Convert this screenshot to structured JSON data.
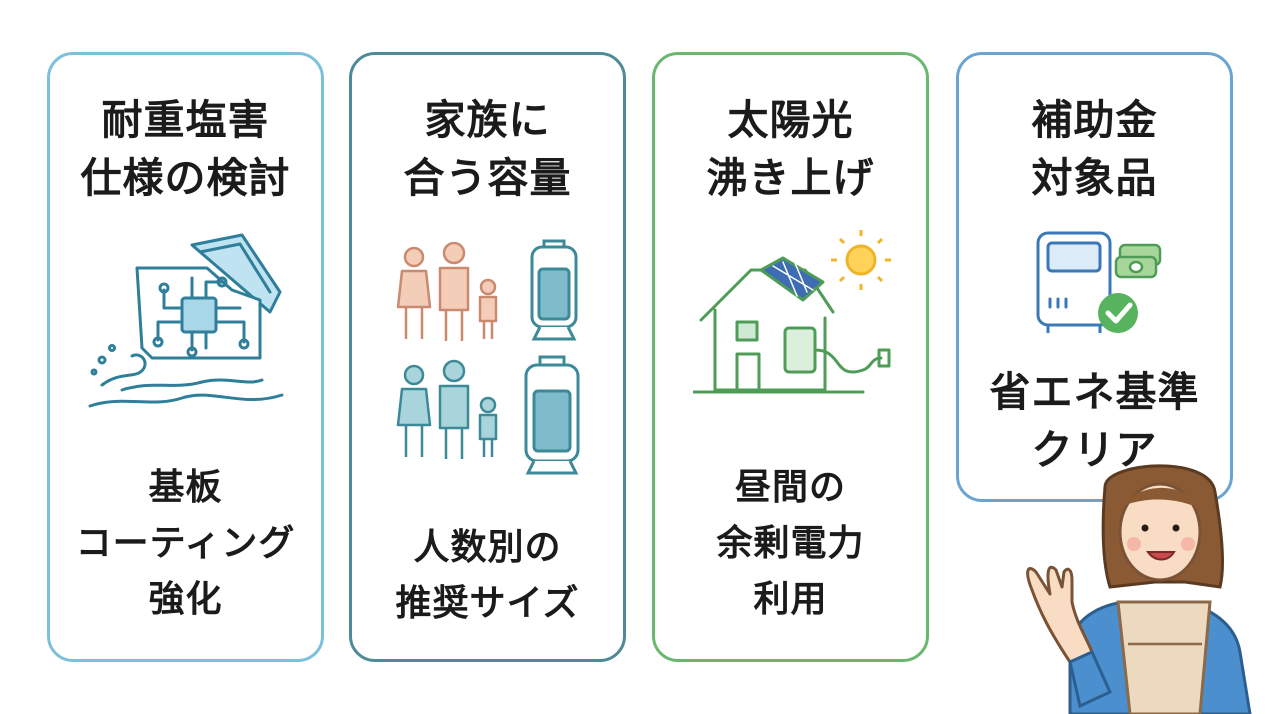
{
  "cards": [
    {
      "top": [
        "耐重塩害",
        "仕様の検討"
      ],
      "bottom": [
        "基板",
        "コーティング",
        "強化"
      ],
      "icon": "circuit-board-water-icon",
      "border_color": "#7cc0dc"
    },
    {
      "top": [
        "家族に",
        "合う容量"
      ],
      "bottom": [
        "人数別の",
        "推奨サイズ"
      ],
      "icon": "family-tank-icon",
      "border_color": "#4e8a98"
    },
    {
      "top": [
        "太陽光",
        "沸き上げ"
      ],
      "bottom": [
        "昼間の",
        "余剰電力",
        "利用"
      ],
      "icon": "solar-house-icon",
      "border_color": "#6ab870"
    },
    {
      "top": [
        "補助金",
        "対象品"
      ],
      "bottom": [
        "省エネ基準",
        "クリア"
      ],
      "icon": "water-heater-money-check-icon",
      "border_color": "#6aa4d2"
    }
  ],
  "presenter": "woman-in-apron-illustration"
}
